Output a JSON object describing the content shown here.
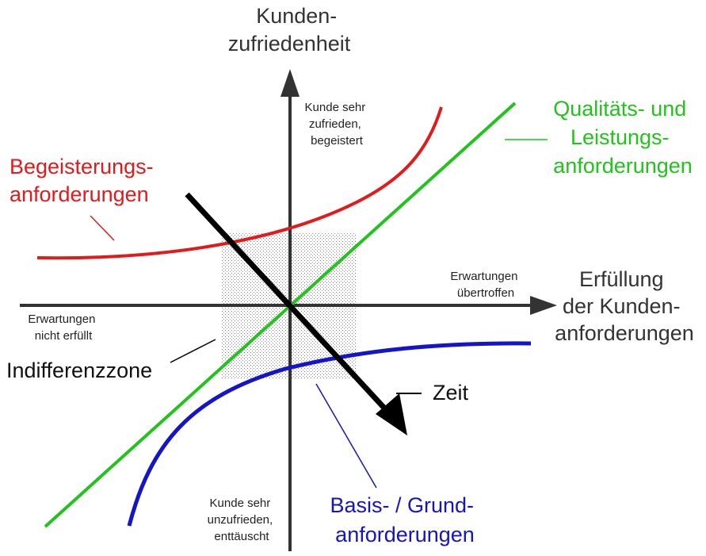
{
  "axes": {
    "y_title": [
      "Kunden-",
      "zufriedenheit"
    ],
    "x_title": [
      "Erfüllung",
      "der Kunden-",
      "anforderungen"
    ],
    "y_top_note": [
      "Kunde sehr",
      "zufrieden,",
      "begeistert"
    ],
    "y_bottom_note": [
      "Kunde sehr",
      "unzufrieden,",
      "enttäuscht"
    ],
    "x_right_note": [
      "Erwartungen",
      "übertroffen"
    ],
    "x_left_note": [
      "Erwartungen",
      "nicht erfüllt"
    ]
  },
  "curves": {
    "excitement": {
      "label": [
        "Begeisterungs-",
        "anforderungen"
      ],
      "color": "#e31a1c"
    },
    "performance": {
      "label": [
        "Qualitäts- und",
        "Leistungs-",
        "anforderungen"
      ],
      "color": "#22c31c"
    },
    "basic": {
      "label": [
        "Basis- / Grund-",
        "anforderungen"
      ],
      "color": "#1414c8"
    }
  },
  "indifference_zone": {
    "label": "Indifferenzzone"
  },
  "time": {
    "label": "Zeit",
    "color": "#000000"
  }
}
